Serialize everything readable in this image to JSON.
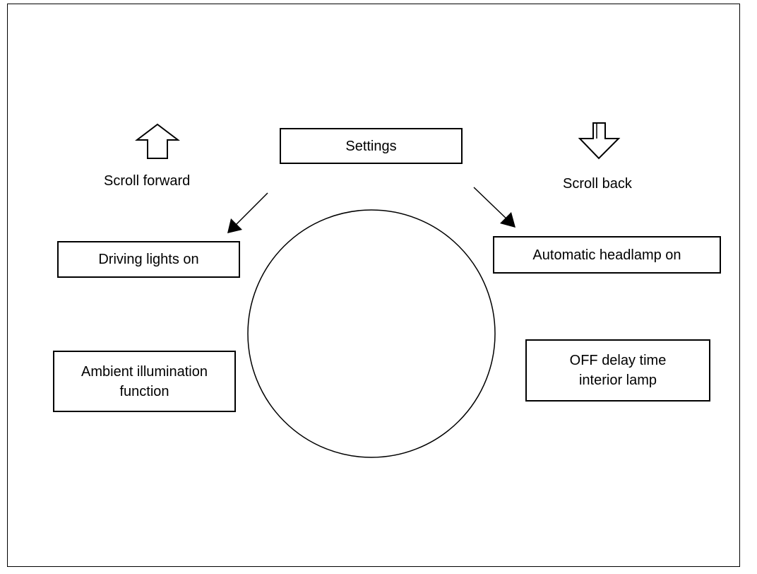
{
  "diagram": {
    "center": "Settings",
    "scroll_forward": "Scroll forward",
    "scroll_back": "Scroll back",
    "items": {
      "driving_lights": "Driving lights on",
      "automatic_headlamp": "Automatic headlamp on",
      "ambient_illumination": "Ambient illumination\nfunction",
      "off_delay": "OFF delay time\ninterior lamp"
    },
    "icons": {
      "scroll_forward": "up-arrow-outline-icon",
      "scroll_back": "down-arrow-outline-icon",
      "flow_left": "arrow-down-left-icon",
      "flow_right": "arrow-down-right-icon"
    },
    "colors": {
      "line": "#000000",
      "background": "#ffffff"
    }
  }
}
